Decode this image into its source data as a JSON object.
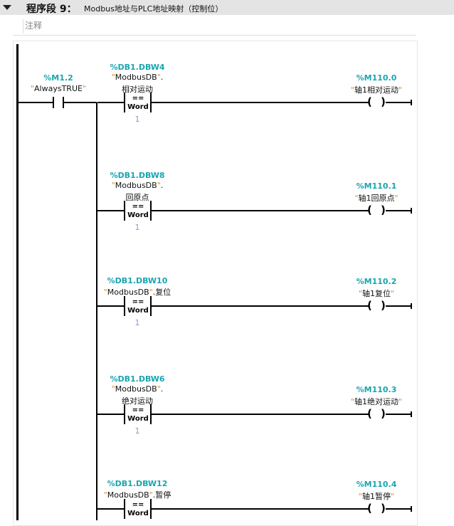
{
  "network": {
    "title": "程序段 9：",
    "subtitle": "Modbus地址与PLC地址映射（控制位）",
    "comment": "注释"
  },
  "contact": {
    "address": "%M1.2",
    "name": "AlwaysTRUE"
  },
  "rungs": [
    {
      "cmp_address": "%DB1.DBW4",
      "cmp_db": "ModbusDB",
      "cmp_member": "相对运动",
      "cmp_op": "==",
      "cmp_type": "Word",
      "cmp_value": "1",
      "coil_address": "%M110.0",
      "coil_name": "轴1相对运动",
      "inline": false
    },
    {
      "cmp_address": "%DB1.DBW8",
      "cmp_db": "ModbusDB",
      "cmp_member": "回原点",
      "cmp_op": "==",
      "cmp_type": "Word",
      "cmp_value": "1",
      "coil_address": "%M110.1",
      "coil_name": "轴1回原点",
      "inline": false
    },
    {
      "cmp_address": "%DB1.DBW10",
      "cmp_db": "ModbusDB",
      "cmp_member": "复位",
      "cmp_op": "==",
      "cmp_type": "Word",
      "cmp_value": "1",
      "coil_address": "%M110.2",
      "coil_name": "轴1复位",
      "inline": true
    },
    {
      "cmp_address": "%DB1.DBW6",
      "cmp_db": "ModbusDB",
      "cmp_member": "绝对运动",
      "cmp_op": "==",
      "cmp_type": "Word",
      "cmp_value": "1",
      "coil_address": "%M110.3",
      "coil_name": "轴1绝对运动",
      "inline": false
    },
    {
      "cmp_address": "%DB1.DBW12",
      "cmp_db": "ModbusDB",
      "cmp_member": "暂停",
      "cmp_op": "==",
      "cmp_type": "Word",
      "cmp_value": "",
      "coil_address": "%M110.4",
      "coil_name": "轴1暂停",
      "inline": true
    }
  ],
  "colors": {
    "address": "#1aa5b0",
    "quote": "#e08a1a",
    "header_bg": "#e4e4e4"
  }
}
